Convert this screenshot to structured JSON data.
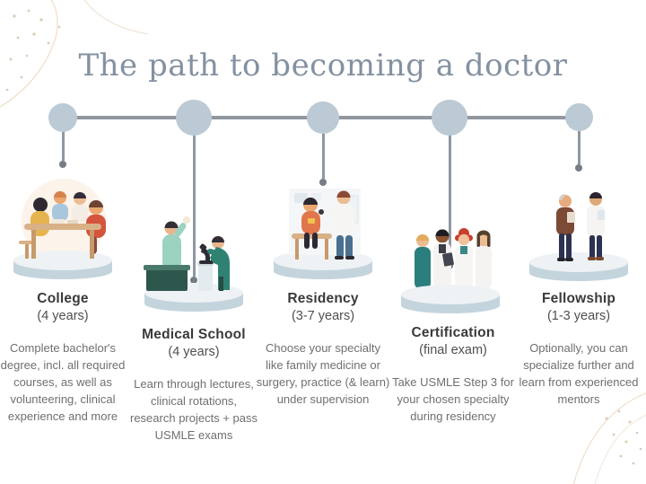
{
  "title": "The path to becoming a doctor",
  "timeline": {
    "stage_count": 5
  },
  "stages": [
    {
      "name": "College",
      "duration": "(4 years)",
      "description": "Complete bachelor's degree, incl. all required courses, as well as volunteering, clinical experience and more",
      "illustration": "students-studying-around-table"
    },
    {
      "name": "Medical School",
      "duration": "(4 years)",
      "description": "Learn through lectures, clinical rotations, research projects + pass USMLE exams",
      "illustration": "lab-research-with-microscope"
    },
    {
      "name": "Residency",
      "duration": "(3-7 years)",
      "description": "Choose your specialty like family medicine or surgery, practice (& learn) under supervision",
      "illustration": "doctor-examining-patient"
    },
    {
      "name": "Certification",
      "duration": "(final exam)",
      "description": "Take USMLE Step 3 for your chosen specialty during residency",
      "illustration": "team-of-doctors"
    },
    {
      "name": "Fellowship",
      "duration": "(1-3 years)",
      "description": "Optionally, you can specialize further and learn from experienced mentors",
      "illustration": "mentor-and-doctor"
    }
  ],
  "colors": {
    "title": "#8391a1",
    "timeline_node": "#bbcad4",
    "timeline_line": "#9097a0",
    "timeline_dot": "#767d87",
    "platform": "#c4d4dd",
    "stage_name": "#3a3a3a",
    "stage_body": "#6f6f6f",
    "background": "#ffffff"
  }
}
